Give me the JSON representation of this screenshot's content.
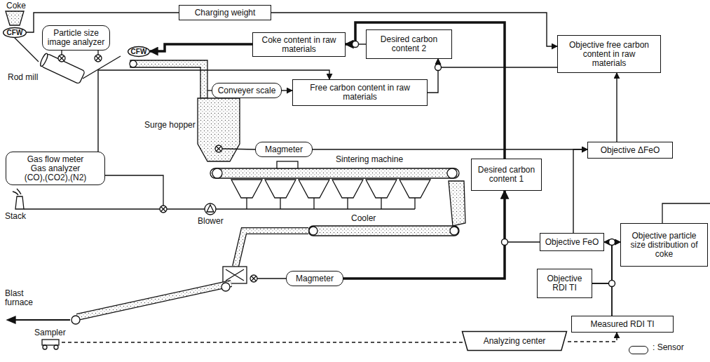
{
  "diagram": {
    "nodes": [
      {
        "text": [
          "CFW"
        ]
      },
      {
        "text": [
          "Particle size image analyzer"
        ]
      },
      {
        "text": [
          "CFW"
        ]
      },
      {
        "text": [
          "Charging weight"
        ]
      },
      {
        "text": [
          "Coke content in raw materials"
        ]
      },
      {
        "text": [
          "Desired carbon content 2"
        ]
      },
      {
        "text": [
          "Objective free carbon content in raw materials"
        ]
      },
      {
        "text": [
          "Conveyer scale"
        ]
      },
      {
        "text": [
          "Free carbon content in raw materials"
        ]
      },
      {
        "text": [
          "Magmeter"
        ]
      },
      {
        "text": [
          "Objective ΔFeO"
        ]
      },
      {
        "text": [
          "Gas flow meter Gas analyzer (CO),(CO2),(N2)"
        ]
      },
      {
        "text": [
          "Desired carbon content 1"
        ]
      },
      {
        "text": [
          "Objective FeO"
        ]
      },
      {
        "text": [
          "Objective particle size distribution of coke"
        ]
      },
      {
        "text": [
          "Objective RDI TI"
        ]
      },
      {
        "text": [
          "Magmeter"
        ]
      },
      {
        "text": [
          "Measured RDI TI"
        ]
      },
      {
        "text": [
          "Analyzing center"
        ]
      }
    ],
    "edges": [
      {
        "from": 0,
        "to": 3,
        "arrow": "none"
      },
      {
        "from": 3,
        "to": 6,
        "arrow": "to"
      },
      {
        "from": 5,
        "to": 4,
        "arrow": "to"
      },
      {
        "from": 12,
        "to": 4,
        "arrow": "to"
      },
      {
        "from": 4,
        "to": 2,
        "arrow": "to"
      },
      {
        "from": 8,
        "to": 5,
        "arrow": "to"
      },
      {
        "from": 6,
        "to": 5,
        "arrow": "to"
      },
      {
        "from": 7,
        "to": 8,
        "arrow": "to"
      },
      {
        "from": 11,
        "to": 8,
        "arrow": "to"
      },
      {
        "from": 9,
        "to": 10,
        "arrow": "to"
      },
      {
        "from": 10,
        "to": 6,
        "arrow": "to"
      },
      {
        "from": 16,
        "to": 12,
        "arrow": "to"
      },
      {
        "from": 13,
        "to": 12,
        "arrow": "to"
      },
      {
        "from": 13,
        "to": 10,
        "arrow": "to"
      },
      {
        "from": 15,
        "to": 13,
        "arrow": "to"
      },
      {
        "from": 17,
        "to": 13,
        "arrow": "to"
      },
      {
        "from": 15,
        "to": 14,
        "arrow": "to"
      },
      {
        "from": 17,
        "to": 14,
        "arrow": "to"
      },
      {
        "from": 18,
        "to": 17,
        "arrow": "to"
      }
    ],
    "labels": [
      "Coke",
      "Rod mill",
      "Surge hopper",
      "Sintering machine",
      "Stack",
      "Blower",
      "Cooler",
      "Blast furnace",
      "Sampler"
    ],
    "legend": [
      {
        "text": ": Sensor"
      }
    ]
  }
}
